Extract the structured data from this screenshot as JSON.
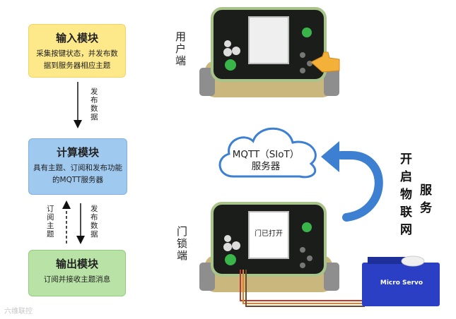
{
  "flow": {
    "input": {
      "title": "输入模块",
      "desc": "采集按键状态，并发布数据到服务器相应主题"
    },
    "compute": {
      "title": "计算模块",
      "desc": "具有主题、订阅和发布功能的MQTT服务器"
    },
    "output": {
      "title": "输出模块",
      "desc": "订阅并接收主题消息"
    },
    "arrow_publish_1": "发布数据",
    "arrow_subscribe": "订阅主题",
    "arrow_publish_2": "发布数据"
  },
  "right": {
    "user_side": "用户端",
    "door_side": "门锁端",
    "cloud": {
      "line1": "MQTT（SIoT）",
      "line2": "服务器"
    },
    "open_iot": "开启物联网",
    "service": "服务",
    "door_screen": "门已打开",
    "servo_label": "Micro Servo"
  },
  "watermark": "六维联控",
  "colors": {
    "input": "#fde98a",
    "compute": "#9fc9ef",
    "output": "#b9e3a6",
    "cloud": "#3d7fd1",
    "servo": "#2a3fc4"
  }
}
